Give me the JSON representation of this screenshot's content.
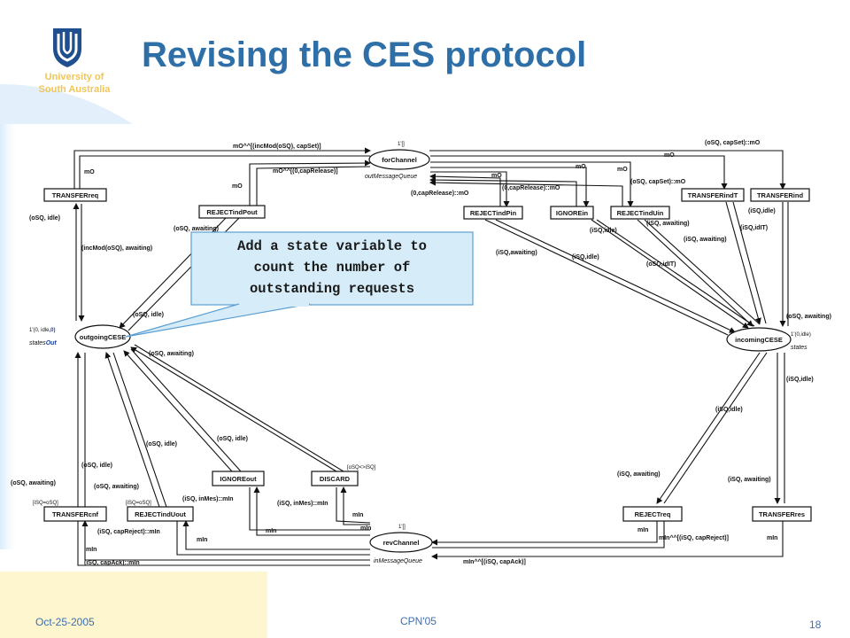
{
  "slide": {
    "title": "Revising the CES protocol",
    "university": [
      "University of",
      "South Australia"
    ],
    "footer": {
      "date": "Oct-25-2005",
      "event": "CPN'05",
      "page": "18"
    },
    "callout": [
      "Add a state variable to",
      "count the number of",
      "outstanding requests"
    ]
  },
  "colors": {
    "title": "#2e6fa8",
    "university": "#f0c65a",
    "footer": "#3f6fb0",
    "callout_fill": "#d6ecf8",
    "callout_border": "#5a9fd4",
    "footer_band": "#fdf6cf",
    "logo": "#1f4f8f"
  },
  "diagram": {
    "places": {
      "forChannel": {
        "name": "forChannel",
        "marking": "1'[]",
        "subtitle": "outMessageQueue"
      },
      "revChannel": {
        "name": "revChannel",
        "marking": "1'[]",
        "subtitle": "inMessageQueue"
      },
      "outgoing": {
        "name": "outgoingCESE",
        "marking_prefix": "1'(0, idle",
        "marking_added": ",0)",
        "subtitle": "states",
        "subtitle_added": "Out"
      },
      "incoming": {
        "name": "incomingCESE",
        "marking": "1'(0,idle)",
        "subtitle": "states"
      }
    },
    "transitions": {
      "transferReq": "TRANSFERreq",
      "rejectIndPout": "REJECTindPout",
      "rejectIndPin": "REJECTindPin",
      "ignoreIn": "IGNOREin",
      "rejectIndUin": "REJECTindUin",
      "transferIndT": "TRANSFERindT",
      "transferInd": "TRANSFERind",
      "ignoreOut": "IGNOREout",
      "discard": "DISCARD",
      "transferCnf": "TRANSFERcnf",
      "rejectIndUout": "REJECTindUout",
      "rejectReq": "REJECTreq",
      "transferRes": "TRANSFERres"
    },
    "guards": {
      "discard": "[oSQ<>iSQ]",
      "transferCnf": "[iSQ=oSQ]",
      "rejectIndUout": "[iSQ=oSQ]"
    },
    "arcs": {
      "a1": "mO^^[(incMod(oSQ), capSet)]",
      "a2": "mO",
      "a3": "mO^^[(0,capRelease)]",
      "a4": "mO",
      "a5": "(oSQ, capSet)::mO",
      "a6": "mO",
      "a7": "mO",
      "a8": "mO",
      "a9": "mO",
      "a10": "(0,capRelease)::mO",
      "a11": "(0,capRelease)::mO",
      "a12": "(oSQ, capSet)::mO",
      "a13": "(oSQ, idle)",
      "a14": "(incMod(oSQ), awaiting)",
      "a15": "(oSQ, awaiting)",
      "a16": "(oSQ, idle)",
      "a17": "(iSQ,idle)",
      "a18": "(iSQ, awaiting)",
      "a19": "(iSQ,awaiting)",
      "a20": "(iSQ,idle)",
      "a21": "(iSQ, awaiting)",
      "a22": "(iSQ,idle)",
      "a23": "(iSQ,idIT)",
      "a24": "(oSQ,idIT)",
      "a25": "(oSQ, awaiting)",
      "a26": "(oSQ, awaiting)",
      "a27": "(iSQ,idle)",
      "a28": "(iSQ,idle)",
      "a29": "(oSQ, idle)",
      "a30": "(oSQ, idle)",
      "a31": "(oSQ, idle)",
      "a32": "(oSQ, awaiting)",
      "a33": "(oSQ, awaiting)",
      "a34": "(iSQ, inMes)::mIn",
      "a35": "(iSQ, inMes)::mIn",
      "a36": "(iSQ, capReject)::mIn",
      "a37": "mIn",
      "a38": "mIn",
      "a39": "mIn",
      "a40": "mIn",
      "a41": "mIn",
      "a42": "(iSQ, capAck)::mIn",
      "a43": "mIn^^[(iSQ, capAck)]",
      "a44": "mIn^^[(iSQ, capReject)]",
      "a45": "mIn",
      "a46": "mIn",
      "a47": "(iSQ, awaiting)",
      "a48": "(iSQ, awaiting)"
    }
  }
}
